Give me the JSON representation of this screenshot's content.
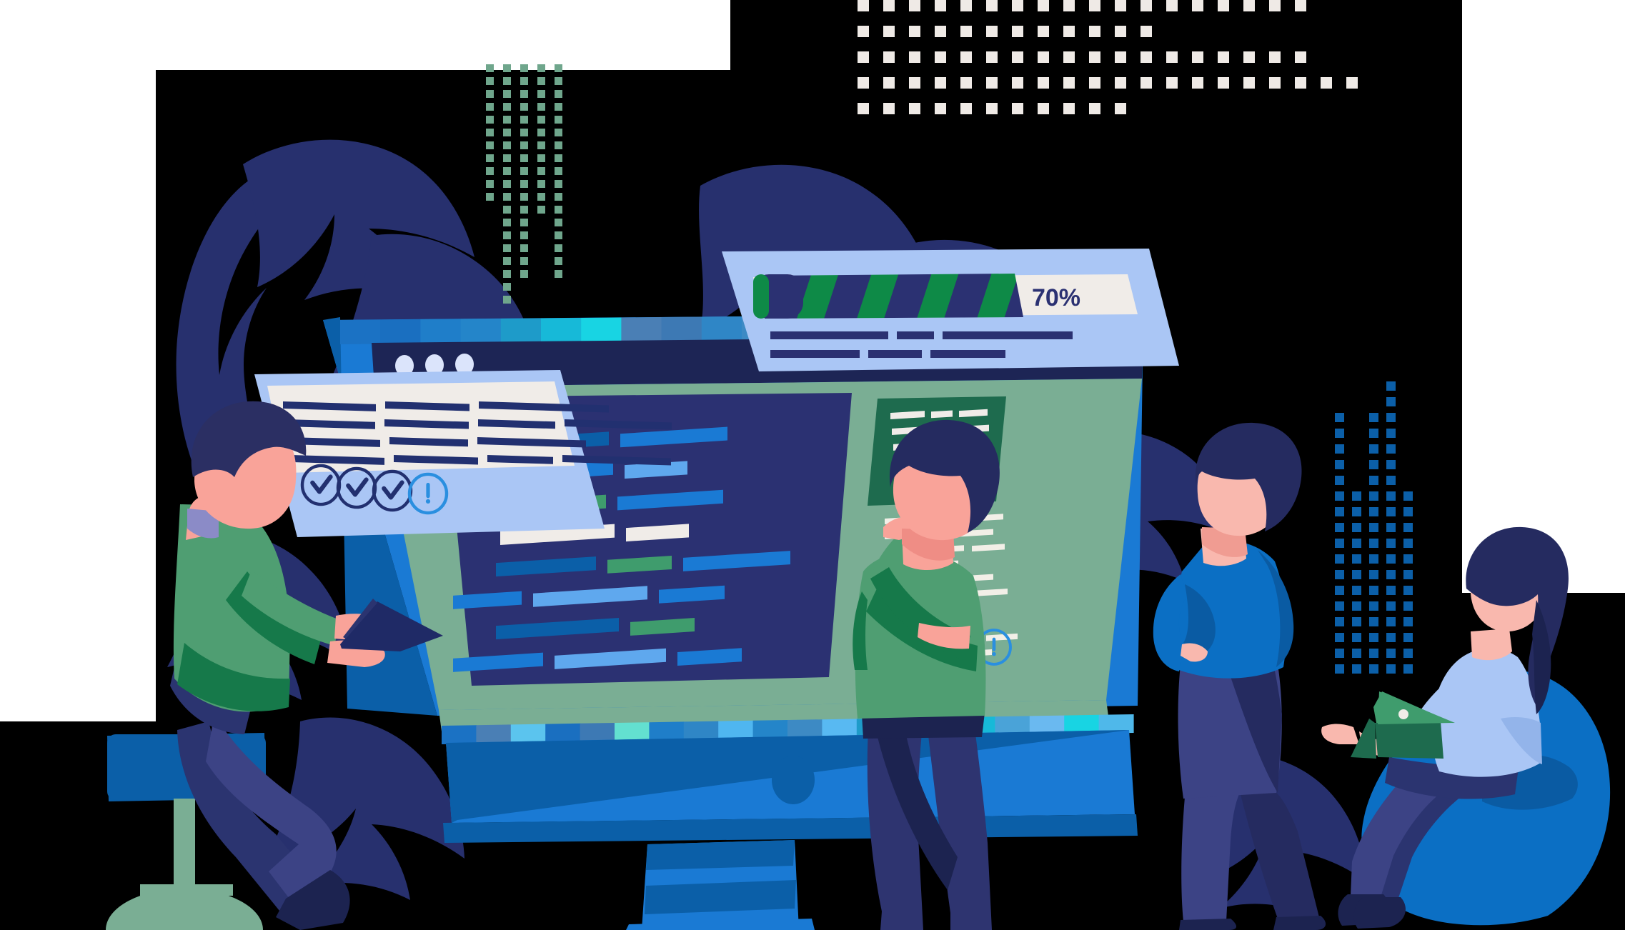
{
  "illustration": {
    "title": "Software Quality Assurance Team Illustration",
    "background": {
      "page": "#ffffff",
      "panel": "#000000",
      "leaf": "#27306e"
    }
  },
  "progress_card": {
    "name": "progress-card",
    "card_bg": "#aac6f5",
    "track_bg": "#f0ece8",
    "fill_bg": "#2b3172",
    "stripe_color": "#0e8a47",
    "percent_label": "70%",
    "percent_value": 70,
    "text_lines": [
      {
        "widths": [
          165,
          52,
          182
        ]
      },
      {
        "widths": [
          125,
          75,
          105
        ]
      }
    ],
    "text_color": "#2b3172"
  },
  "checklist_card": {
    "name": "checklist-card",
    "card_bg": "#aac6f5",
    "sheet_bg": "#f0ece8",
    "line_color": "#223070",
    "text_lines": [
      {
        "widths": [
          130,
          118,
          182
        ]
      },
      {
        "widths": [
          125,
          118,
          108,
          150
        ]
      },
      {
        "widths": [
          128,
          110,
          152
        ]
      },
      {
        "widths": [
          130,
          118,
          92,
          152
        ]
      }
    ],
    "icons": [
      {
        "name": "check-circle-icon",
        "glyph": "check",
        "color": "#223070"
      },
      {
        "name": "check-circle-icon",
        "glyph": "check",
        "color": "#223070"
      },
      {
        "name": "check-circle-icon",
        "glyph": "check",
        "color": "#223070"
      },
      {
        "name": "alert-circle-icon",
        "glyph": "alert",
        "color": "#2a8fe0"
      }
    ]
  },
  "monitor": {
    "name": "desktop-monitor",
    "bezel": "#1a7ad4",
    "frame_shadow": "#0b5fa8",
    "title_bar": {
      "bg": "#1d2555",
      "dots": 3,
      "dot_color": "#dbe4fb"
    },
    "stripe_band": [
      "#1b72c4",
      "#1a6fc0",
      "#1f7ec9",
      "#2485c9",
      "#1e9bc9",
      "#17b9d8",
      "#18d4e3",
      "#4a7fb5",
      "#3d79b4",
      "#2f86c6",
      "#3d8ac4",
      "#4695c9",
      "#4aa3d8",
      "#4fb8ea",
      "#5bc4ee",
      "#63e0d0",
      "#4fb6f0",
      "#58b9f2",
      "#5db3ee",
      "#6ab9f0"
    ],
    "base": {
      "top": "#0b5fa8",
      "face": "#1a7ad4",
      "button": "#0b5fa8"
    },
    "screen": {
      "dark_bg": "#2b3172",
      "green_panel": "#7aae94",
      "code_colors": {
        "deep_blue": "#0b5fa8",
        "blue": "#1a7ad4",
        "light_blue": "#5fa8ee",
        "green": "#3f9c6d",
        "cream": "#f0ece8"
      },
      "code_rows": [
        [
          {
            "c": "deep_blue",
            "w": 92
          },
          {
            "c": "blue",
            "w": 150
          }
        ],
        [
          {
            "c": "blue",
            "w": 158
          },
          {
            "c": "light_blue",
            "w": 88
          }
        ],
        [
          {
            "c": "green",
            "w": 88
          },
          {
            "c": "blue",
            "w": 148
          }
        ],
        [
          {
            "c": "cream",
            "w": 160
          },
          {
            "c": "cream",
            "w": 88
          }
        ],
        [
          {
            "c": "deep_blue",
            "w": 140
          },
          {
            "c": "green",
            "w": 90
          },
          {
            "c": "blue",
            "w": 150
          }
        ],
        [
          {
            "c": "blue",
            "w": 96
          },
          {
            "c": "light_blue",
            "w": 160
          },
          {
            "c": "blue",
            "w": 92
          }
        ],
        [
          {
            "c": "deep_blue",
            "w": 172
          },
          {
            "c": "green",
            "w": 90
          }
        ],
        [
          {
            "c": "blue",
            "w": 126
          },
          {
            "c": "light_blue",
            "w": 156
          },
          {
            "c": "blue",
            "w": 90
          }
        ]
      ]
    },
    "side_panel": {
      "name": "green-side-panel",
      "bg": "#7aae94",
      "card_bg": "#1e6b4e",
      "card_line_color": "#f0ece8",
      "card_text_lines": [
        {
          "widths": [
            48,
            30,
            40
          ]
        },
        {
          "widths": [
            40,
            38,
            40
          ]
        },
        {
          "widths": [
            52,
            28,
            36
          ]
        },
        {
          "widths": [
            36,
            44,
            40
          ]
        }
      ],
      "card_icons": [
        {
          "name": "check-circle-icon",
          "glyph": "check",
          "color": "#d9d6ef"
        },
        {
          "name": "check-circle-icon",
          "glyph": "check",
          "color": "#d9d6ef"
        },
        {
          "name": "check-circle-icon",
          "glyph": "check",
          "color": "#d9d6ef"
        },
        {
          "name": "alert-circle-icon",
          "glyph": "alert",
          "color": "#c569c8"
        }
      ],
      "body_line_color": "#f2efe7",
      "body_rows": [
        [
          68,
          26,
          50
        ],
        [
          48,
          28,
          54
        ],
        [
          28,
          42,
          46
        ],
        [
          52,
          40
        ],
        [
          40,
          36,
          54
        ],
        [
          36,
          32,
          52
        ],
        [
          34,
          50
        ],
        [
          30,
          50
        ],
        [
          32,
          36,
          44
        ],
        [
          28,
          36,
          42
        ]
      ],
      "footer_icons": [
        {
          "name": "check-circle-icon",
          "glyph": "check",
          "color": "#223070"
        },
        {
          "name": "alert-circle-icon",
          "glyph": "alert",
          "color": "#2a8fe0"
        }
      ]
    }
  },
  "people": [
    {
      "name": "person-seated-left",
      "role": "developer on stool with laptop",
      "skin": "#f9a399",
      "hair": "#2b2f63",
      "top": "#4f9e72",
      "top_shade": "#16794a",
      "pants": "#3c4385",
      "pants_shade": "#252b60",
      "shoe": "#1c2350",
      "collar": "#8b8bc7",
      "laptop": "#1f2a66",
      "stool_seat": "#0b5fa8",
      "stool_stand": "#7aae94"
    },
    {
      "name": "person-standing-center",
      "role": "thinking team member",
      "skin": "#f9a399",
      "hair": "#252b60",
      "top": "#4f9e72",
      "top_shade": "#16794a",
      "pants": "#2e3470",
      "pants_shade": "#1c2350",
      "neck_shade": "#ef8d85"
    },
    {
      "name": "person-standing-right",
      "role": "manager with hands on hips",
      "skin": "#f9b8ae",
      "hair": "#252b60",
      "top": "#0b6fc4",
      "top_shade": "#0a5ba3",
      "pants": "#3c4385",
      "pants_shade": "#252b60",
      "shoe": "#1c2350"
    },
    {
      "name": "person-seated-right",
      "role": "woman on beanbag with laptop",
      "skin": "#f9b8ae",
      "hair": "#252b60",
      "top": "#aac6f5",
      "top_shade": "#93b4ea",
      "pants": "#3c4385",
      "pants_shade": "#252b60",
      "shoe": "#1c2350",
      "laptop": "#3f9c6d",
      "laptop_shade": "#1e6b4e",
      "beanbag": "#0b6fc4",
      "beanbag_shade": "#0a5ba3"
    }
  ],
  "decorations": {
    "dot_grid_top": {
      "name": "dot-grid-top",
      "color": "#efeae6",
      "rows": [
        18,
        12,
        18,
        20,
        11
      ],
      "dot": 16,
      "gap": 36
    },
    "dot_grid_green": {
      "name": "dot-grid-green",
      "color": "#6fa68c",
      "columns": [
        11,
        19,
        17,
        12,
        17
      ],
      "dot": 11,
      "gap": 18
    },
    "dot_grid_blue": {
      "name": "dot-grid-blue",
      "color": "#0b5fa8",
      "columns": [
        17,
        12,
        17,
        19,
        12
      ],
      "dot": 13,
      "gap": 22
    }
  }
}
